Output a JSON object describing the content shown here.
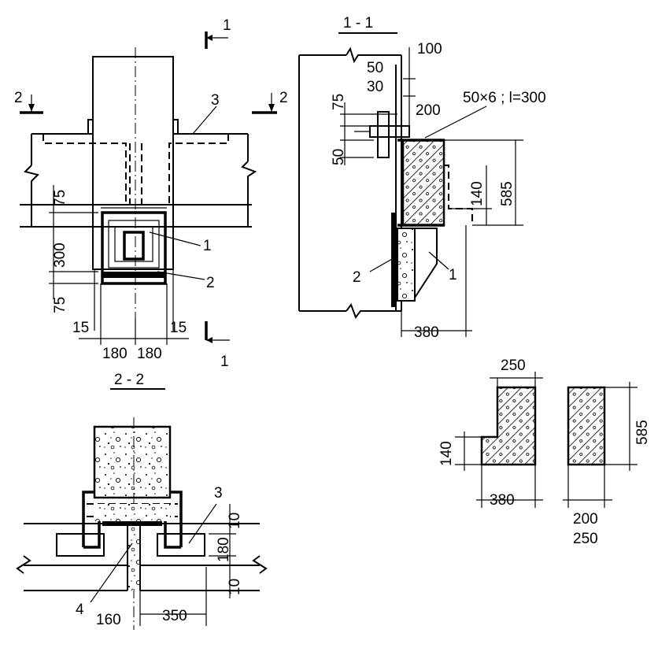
{
  "sections": {
    "s11": "1 - 1",
    "s22": "2 - 2"
  },
  "cut_marks": {
    "one": "1",
    "two": "2"
  },
  "callouts": {
    "one": "1",
    "two": "2",
    "three": "3",
    "four": "4"
  },
  "plan_dims": {
    "d75a": "75",
    "d300": "300",
    "d75b": "75",
    "d15": "15",
    "d180": "180"
  },
  "s11_dims": {
    "d100": "100",
    "d50a": "50",
    "d30": "30",
    "d75": "75",
    "d200": "200",
    "d50b": "50",
    "plate": "50×6 ; l=300",
    "d140": "140",
    "d585": "585",
    "d380": "380"
  },
  "s22_dims": {
    "d10a": "10",
    "d180": "180",
    "d10b": "10",
    "d160": "160",
    "d350": "350"
  },
  "block_dims": {
    "d250": "250",
    "d140": "140",
    "d380": "380",
    "d585": "585",
    "d200": "200",
    "d250b": "250"
  }
}
